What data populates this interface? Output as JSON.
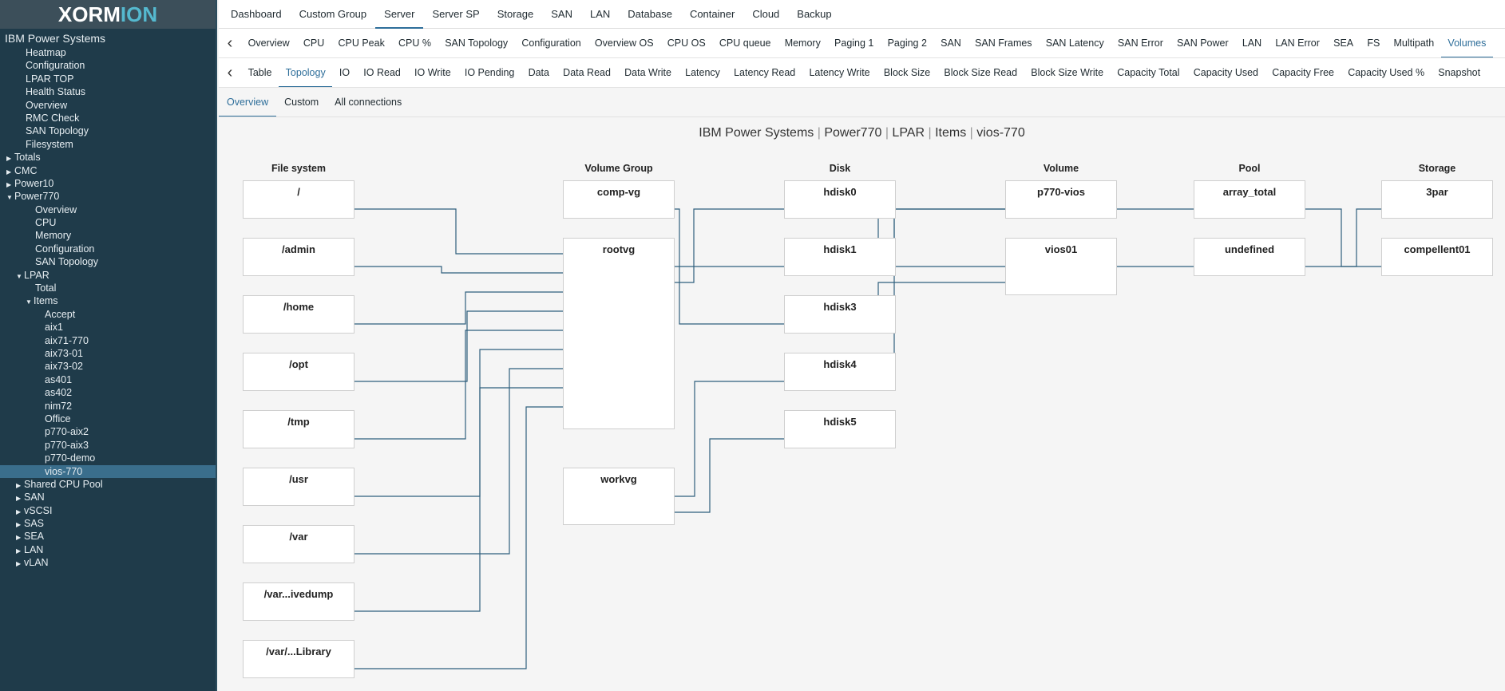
{
  "app": {
    "logo_x": "X",
    "logo_or": "OR",
    "logo_m": "M",
    "logo_ion": "ION",
    "sidebar_title": "IBM Power Systems"
  },
  "sidebar": {
    "items": [
      {
        "label": "Heatmap",
        "level": 1
      },
      {
        "label": "Configuration",
        "level": 1
      },
      {
        "label": "LPAR TOP",
        "level": 1
      },
      {
        "label": "Health Status",
        "level": 1
      },
      {
        "label": "Overview",
        "level": 1
      },
      {
        "label": "RMC Check",
        "level": 1
      },
      {
        "label": "SAN Topology",
        "level": 1
      },
      {
        "label": "Filesystem",
        "level": 1
      },
      {
        "label": "Totals",
        "level": 0,
        "caret": "right"
      },
      {
        "label": "CMC",
        "level": 0,
        "caret": "right"
      },
      {
        "label": "Power10",
        "level": 0,
        "caret": "right"
      },
      {
        "label": "Power770",
        "level": 0,
        "caret": "down"
      },
      {
        "label": "Overview",
        "level": 2
      },
      {
        "label": "CPU",
        "level": 2
      },
      {
        "label": "Memory",
        "level": 2
      },
      {
        "label": "Configuration",
        "level": 2
      },
      {
        "label": "SAN Topology",
        "level": 2
      },
      {
        "label": "LPAR",
        "level": 1,
        "caret": "down"
      },
      {
        "label": "Total",
        "level": 3
      },
      {
        "label": "Items",
        "level": 2,
        "caret": "down"
      },
      {
        "label": "Accept",
        "level": 4
      },
      {
        "label": "aix1",
        "level": 4
      },
      {
        "label": "aix71-770",
        "level": 4
      },
      {
        "label": "aix73-01",
        "level": 4
      },
      {
        "label": "aix73-02",
        "level": 4
      },
      {
        "label": "as401",
        "level": 4
      },
      {
        "label": "as402",
        "level": 4
      },
      {
        "label": "nim72",
        "level": 4
      },
      {
        "label": "Office",
        "level": 4
      },
      {
        "label": "p770-aix2",
        "level": 4
      },
      {
        "label": "p770-aix3",
        "level": 4
      },
      {
        "label": "p770-demo",
        "level": 4
      },
      {
        "label": "vios-770",
        "level": 4,
        "selected": true
      },
      {
        "label": "Shared CPU Pool",
        "level": 1,
        "caret": "right"
      },
      {
        "label": "SAN",
        "level": 1,
        "caret": "right"
      },
      {
        "label": "vSCSI",
        "level": 1,
        "caret": "right"
      },
      {
        "label": "SAS",
        "level": 1,
        "caret": "right"
      },
      {
        "label": "SEA",
        "level": 1,
        "caret": "right"
      },
      {
        "label": "LAN",
        "level": 1,
        "caret": "right"
      },
      {
        "label": "vLAN",
        "level": 1,
        "caret": "right"
      }
    ]
  },
  "topnav": {
    "items": [
      "Dashboard",
      "Custom Group",
      "Server",
      "Server SP",
      "Storage",
      "SAN",
      "LAN",
      "Database",
      "Container",
      "Cloud",
      "Backup"
    ],
    "active": 2
  },
  "nav2": {
    "items": [
      "Overview",
      "CPU",
      "CPU Peak",
      "CPU %",
      "SAN Topology",
      "Configuration",
      "Overview OS",
      "CPU OS",
      "CPU queue",
      "Memory",
      "Paging 1",
      "Paging 2",
      "SAN",
      "SAN Frames",
      "SAN Latency",
      "SAN Error",
      "SAN Power",
      "LAN",
      "LAN Error",
      "SEA",
      "FS",
      "Multipath",
      "Volumes"
    ],
    "active": 22
  },
  "nav3": {
    "items": [
      "Table",
      "Topology",
      "IO",
      "IO Read",
      "IO Write",
      "IO Pending",
      "Data",
      "Data Read",
      "Data Write",
      "Latency",
      "Latency Read",
      "Latency Write",
      "Block Size",
      "Block Size Read",
      "Block Size Write",
      "Capacity Total",
      "Capacity Used",
      "Capacity Free",
      "Capacity Used %",
      "Snapshot"
    ],
    "active": 1
  },
  "nav4": {
    "items": [
      "Overview",
      "Custom",
      "All connections"
    ],
    "active": 0
  },
  "topology": {
    "title_parts": [
      "IBM Power Systems",
      "Power770",
      "LPAR",
      "Items",
      "vios-770"
    ],
    "title_sep": "|",
    "columns": [
      "File system",
      "Volume Group",
      "Disk",
      "Volume",
      "Pool",
      "Storage"
    ],
    "filesystems": [
      "/",
      "/admin",
      "/home",
      "/opt",
      "/tmp",
      "/usr",
      "/var",
      "/var...ivedump",
      "/var/...Library"
    ],
    "volume_groups": [
      "comp-vg",
      "rootvg",
      "workvg"
    ],
    "disks": [
      "hdisk0",
      "hdisk1",
      "hdisk3",
      "hdisk4",
      "hdisk5"
    ],
    "volumes": [
      "p770-vios",
      "vios01"
    ],
    "pools": [
      "array_total",
      "undefined"
    ],
    "storages": [
      "3par",
      "compellent01"
    ],
    "links": {
      "fs_vg": [
        [
          0,
          1
        ],
        [
          1,
          1
        ],
        [
          2,
          1
        ],
        [
          3,
          1
        ],
        [
          4,
          1
        ],
        [
          5,
          1
        ],
        [
          6,
          1
        ],
        [
          7,
          1
        ],
        [
          8,
          1
        ]
      ],
      "vg_disk": [
        [
          0,
          2
        ],
        [
          1,
          0
        ],
        [
          1,
          1
        ],
        [
          2,
          3
        ],
        [
          2,
          4
        ]
      ],
      "disk_vol": [
        [
          0,
          1
        ],
        [
          1,
          0
        ],
        [
          2,
          1
        ],
        [
          3,
          0
        ]
      ],
      "vol_pool": [
        [
          0,
          0
        ],
        [
          1,
          1
        ]
      ],
      "pool_storage": [
        [
          0,
          1
        ],
        [
          1,
          0
        ]
      ]
    }
  },
  "colors": {
    "wire": "#2f5f7d",
    "accent": "#2e6e9a",
    "sidebar_bg": "#1f3b4a",
    "sidebar_selected": "#3a6e8c"
  }
}
